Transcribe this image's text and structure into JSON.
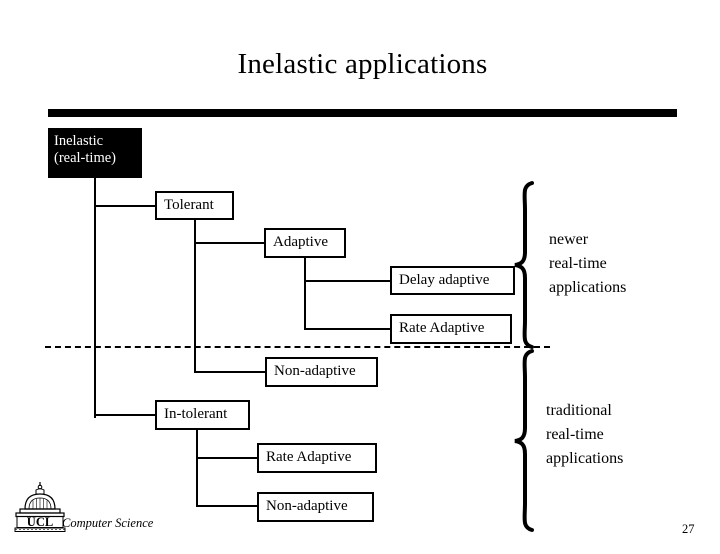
{
  "slide": {
    "title": "Inelastic applications",
    "page_number": "27",
    "accent_color": "#000000",
    "background_color": "#ffffff"
  },
  "tree": {
    "root": {
      "line1": "Inelastic",
      "line2": "(real-time)"
    },
    "nodes": [
      {
        "id": "tolerant",
        "label": "Tolerant"
      },
      {
        "id": "adaptive",
        "label": "Adaptive"
      },
      {
        "id": "delay-adaptive",
        "label": "Delay adaptive"
      },
      {
        "id": "rate-adaptive-top",
        "label": "Rate Adaptive"
      },
      {
        "id": "non-adaptive-top",
        "label": "Non-adaptive"
      },
      {
        "id": "intolerant",
        "label": "In-tolerant"
      },
      {
        "id": "rate-adaptive-bot",
        "label": "Rate Adaptive"
      },
      {
        "id": "non-adaptive-bot",
        "label": "Non-adaptive"
      }
    ]
  },
  "annotations": {
    "newer": "newer\nreal-time\napplications",
    "traditional": "traditional\nreal-time\napplications"
  },
  "footer": {
    "logo_text": "UCL",
    "department": "Computer Science"
  }
}
